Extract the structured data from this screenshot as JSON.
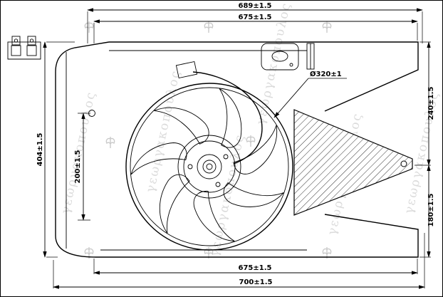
{
  "diagram": {
    "type": "technical-drawing",
    "subject": "radiator-cooling-fan-assembly",
    "watermark_text": "γεωργακοπουλος",
    "colors": {
      "line": "#000000",
      "background": "#ffffff",
      "watermark": "#8a8a8a"
    },
    "dimensions": {
      "top_outer": "689±1.5",
      "top_inner": "675±1.5",
      "left_outer": "404±1.5",
      "left_inner": "200±1.5",
      "right_top": "240±1.5",
      "right_bottom": "180±1.5",
      "bottom_inner": "675±1.5",
      "bottom_outer": "700±1.5",
      "fan_diameter": "Ø320±1"
    }
  }
}
